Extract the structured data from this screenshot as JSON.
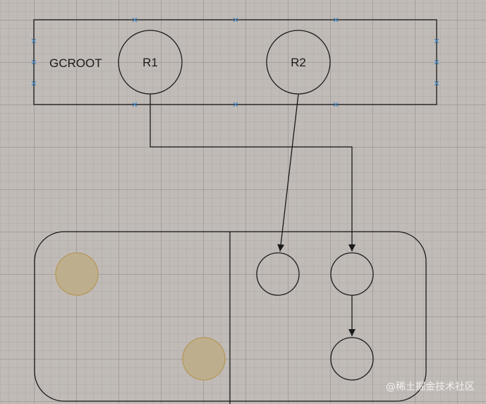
{
  "diagram": {
    "root_set": {
      "label": "GCROOT"
    },
    "roots": [
      {
        "label": "R1"
      },
      {
        "label": "R2"
      }
    ],
    "colors": {
      "stroke": "#1a1a1a",
      "handle": "#3b86c8",
      "garbage_fill": "#bdaf8e",
      "garbage_stroke": "#b7975a"
    }
  },
  "watermark": "@稀土掘金技术社区"
}
